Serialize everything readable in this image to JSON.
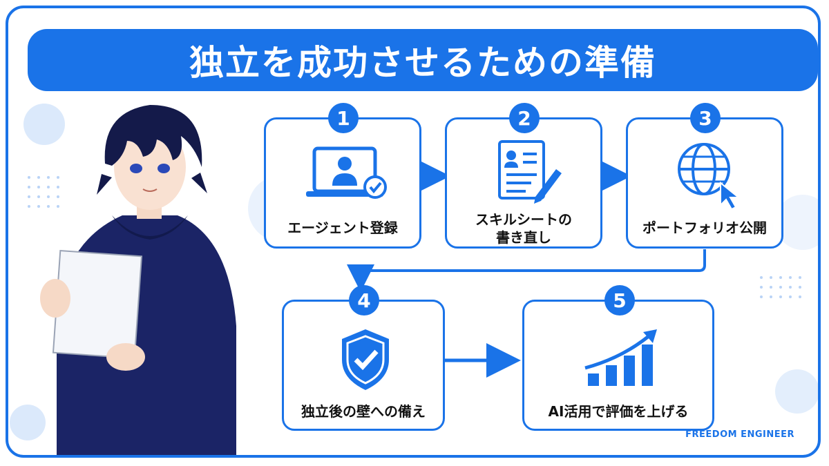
{
  "title": "独立を成功させるための準備",
  "brand": "FREEDOM ENGINEER",
  "accent_color": "#1a73e8",
  "steps": [
    {
      "number": "1",
      "label": "エージェント登録",
      "icon": "laptop-user-check-icon"
    },
    {
      "number": "2",
      "label_line1": "スキルシートの",
      "label_line2": "書き直し",
      "icon": "resume-pencil-icon"
    },
    {
      "number": "3",
      "label": "ポートフォリオ公開",
      "icon": "globe-cursor-icon"
    },
    {
      "number": "4",
      "label": "独立後の壁への備え",
      "icon": "shield-check-icon"
    },
    {
      "number": "5",
      "label": "AI活用で評価を上げる",
      "icon": "growth-bars-icon"
    }
  ]
}
